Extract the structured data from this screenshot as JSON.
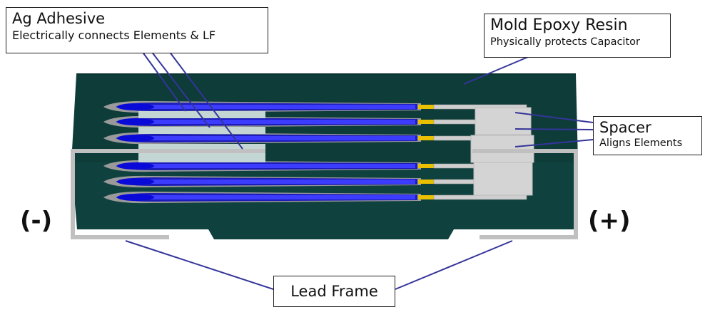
{
  "labels": {
    "ag_adhesive": {
      "title": "Ag Adhesive",
      "subtitle": "Electrically connects Elements & LF"
    },
    "mold": {
      "title": "Mold Epoxy Resin",
      "subtitle": "Physically protects Capacitor"
    },
    "spacer": {
      "title": "Spacer",
      "subtitle": "Aligns Elements"
    },
    "lead_frame": {
      "title": "Lead Frame"
    },
    "negative": "(-)",
    "positive": "(+)"
  },
  "diagram": {
    "element_count": 6,
    "colors": {
      "mold_body": "#0f423f",
      "mold_top": "#0d3c39",
      "lead_frame": "#c0c0c0",
      "anode_blue": "#3c3cff",
      "anode_dark": "#1c1cb8",
      "anode_tip": "#0a0ad8",
      "element_gray": "#9a9a9a",
      "adhesive_fill": "#c4d6d4",
      "spacer_fill": "#d8d8d8",
      "leader_line": "#35359a",
      "gold_tip": "#e8c000"
    }
  }
}
